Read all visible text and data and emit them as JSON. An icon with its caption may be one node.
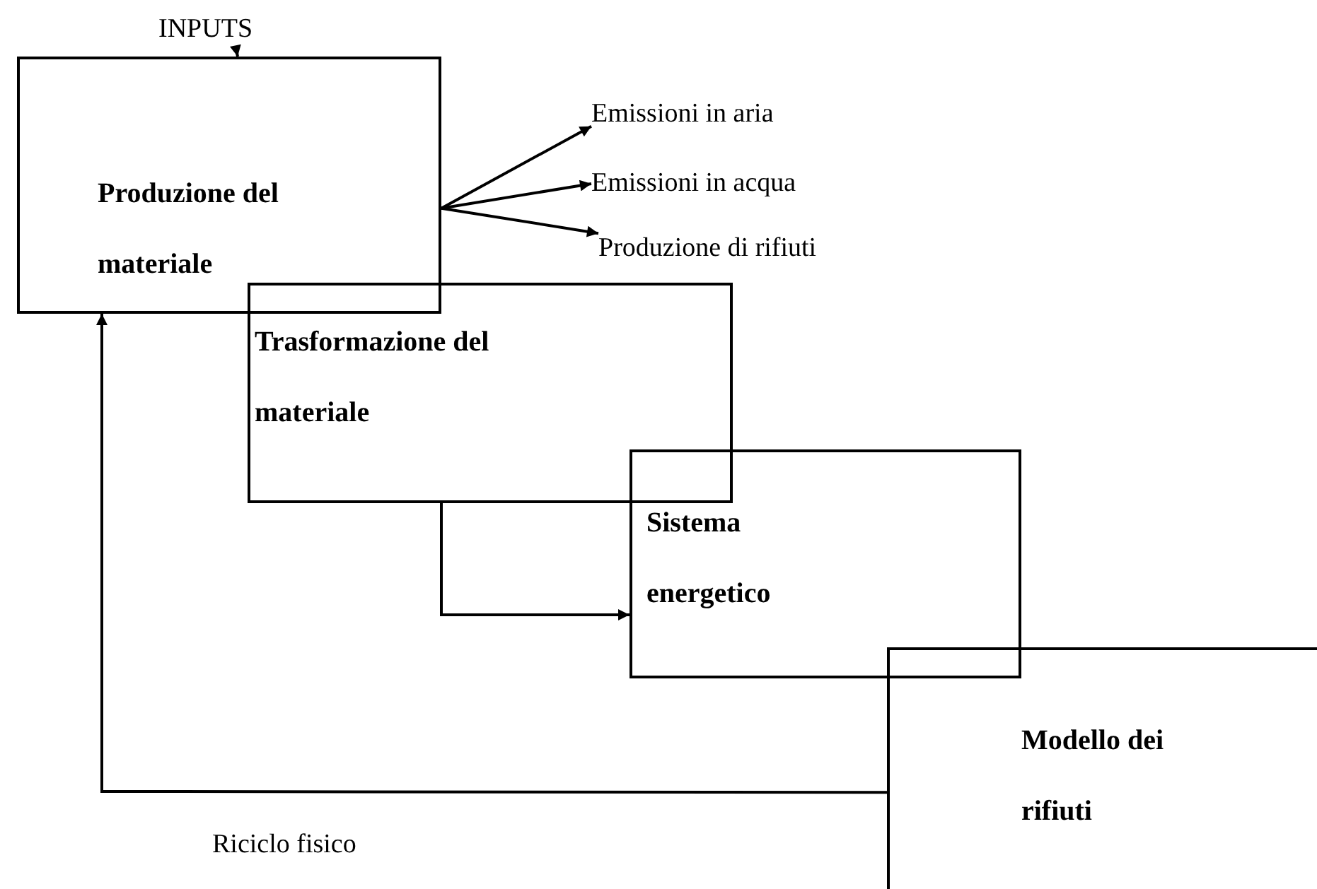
{
  "diagram": {
    "nodes": [
      {
        "text": [
          "INPUTS"
        ]
      },
      {
        "text": [
          "Produzione del materiale"
        ]
      },
      {
        "text": [
          "Trasformazione del materiale"
        ]
      },
      {
        "text": [
          "Sistema energetico"
        ]
      },
      {
        "text": [
          "Modello dei rifiuti"
        ]
      },
      {
        "text": [
          "Emissioni in aria"
        ]
      },
      {
        "text": [
          "Emissioni in acqua"
        ]
      },
      {
        "text": [
          "Produzione di rifiuti"
        ]
      }
    ],
    "edges": [
      {
        "from": 0,
        "to": 1,
        "arrow": "to"
      },
      {
        "from": 1,
        "to": 5,
        "arrow": "to"
      },
      {
        "from": 1,
        "to": 6,
        "arrow": "to"
      },
      {
        "from": 1,
        "to": 7,
        "arrow": "to"
      },
      {
        "from": 2,
        "to": 3,
        "arrow": "to"
      },
      {
        "from": 4,
        "to": 1,
        "arrow": "to",
        "label": "Riciclo fisico"
      }
    ]
  }
}
